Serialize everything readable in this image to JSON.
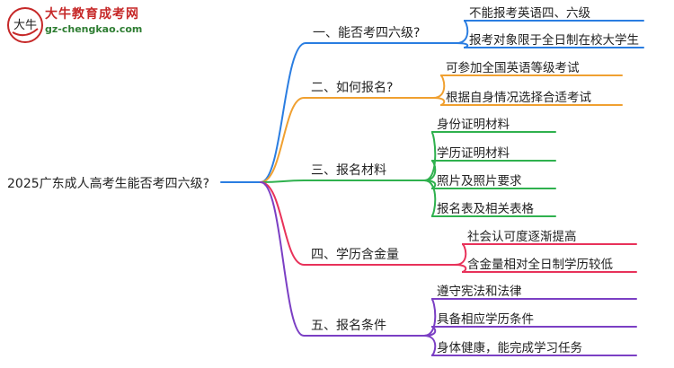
{
  "logo": {
    "title": "大牛教育成考网",
    "url": "gz-chengkao.com",
    "mark_text": "大牛"
  },
  "root": "2025广东成人高考生能否考四六级?",
  "colors": {
    "blue": "#2a7de1",
    "orange": "#f0a030",
    "green": "#2fb14e",
    "red": "#e8325a",
    "purple": "#7b3fc4"
  },
  "branches": [
    {
      "label": "一、能否考四六级?",
      "color": "blue",
      "children": [
        "不能报考英语四、六级",
        "报考对象限于全日制在校大学生"
      ]
    },
    {
      "label": "二、如何报名?",
      "color": "orange",
      "children": [
        "可参加全国英语等级考试",
        "根据自身情况选择合适考试"
      ]
    },
    {
      "label": "三、报名材料",
      "color": "green",
      "children": [
        "身份证明材料",
        "学历证明材料",
        "照片及照片要求",
        "报名表及相关表格"
      ]
    },
    {
      "label": "四、学历含金量",
      "color": "red",
      "children": [
        "社会认可度逐渐提高",
        "含金量相对全日制学历较低"
      ]
    },
    {
      "label": "五、报名条件",
      "color": "purple",
      "children": [
        "遵守宪法和法律",
        "具备相应学历条件",
        "身体健康，能完成学习任务"
      ]
    }
  ]
}
